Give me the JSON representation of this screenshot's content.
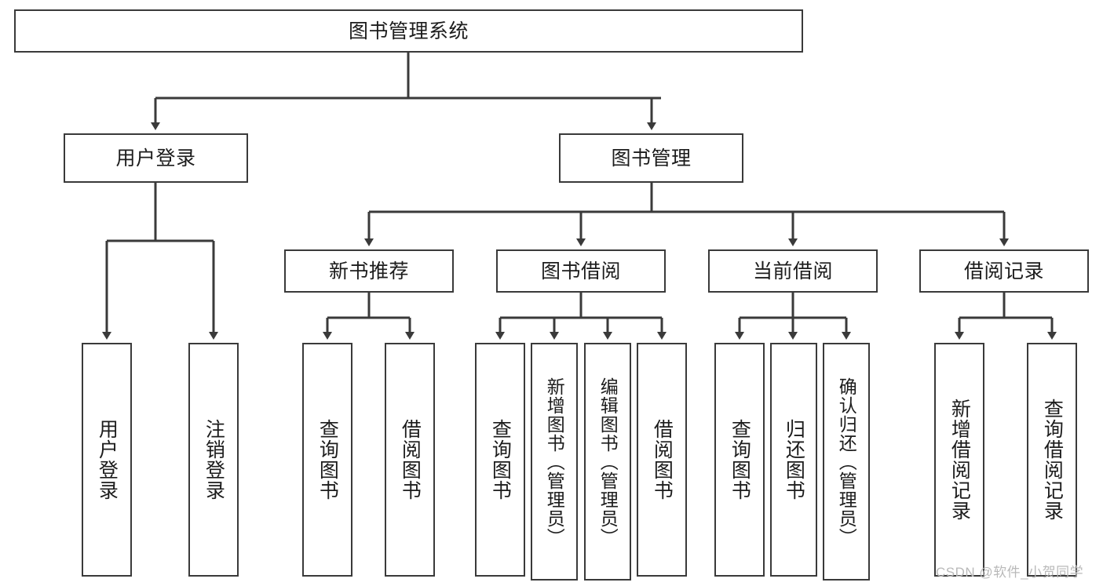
{
  "diagram": {
    "title": "图书管理系统",
    "type": "tree-hierarchy",
    "root": {
      "label": "图书管理系统"
    },
    "level2": [
      {
        "label": "用户登录"
      },
      {
        "label": "图书管理"
      }
    ],
    "level3": [
      {
        "label": "新书推荐"
      },
      {
        "label": "图书借阅"
      },
      {
        "label": "当前借阅"
      },
      {
        "label": "借阅记录"
      }
    ],
    "leaves": {
      "user_login": [
        {
          "label": "用户登录"
        },
        {
          "label": "注销登录"
        }
      ],
      "new_book_recommend": [
        {
          "label": "查询图书"
        },
        {
          "label": "借阅图书"
        }
      ],
      "book_borrow": [
        {
          "label": "查询图书"
        },
        {
          "label": "新增图书（管理员）"
        },
        {
          "label": "编辑图书（管理员）"
        },
        {
          "label": "借阅图书"
        }
      ],
      "current_borrow": [
        {
          "label": "查询图书"
        },
        {
          "label": "归还图书"
        },
        {
          "label": "确认归还（管理员）"
        }
      ],
      "borrow_record": [
        {
          "label": "新增借阅记录"
        },
        {
          "label": "查询借阅记录"
        }
      ]
    }
  },
  "watermark": {
    "text": "CSDN @软件_小贺同学"
  },
  "colors": {
    "border": "#3a3a3a",
    "background": "#ffffff",
    "text": "#1c1c1c",
    "watermark": "#b9b9b9"
  }
}
